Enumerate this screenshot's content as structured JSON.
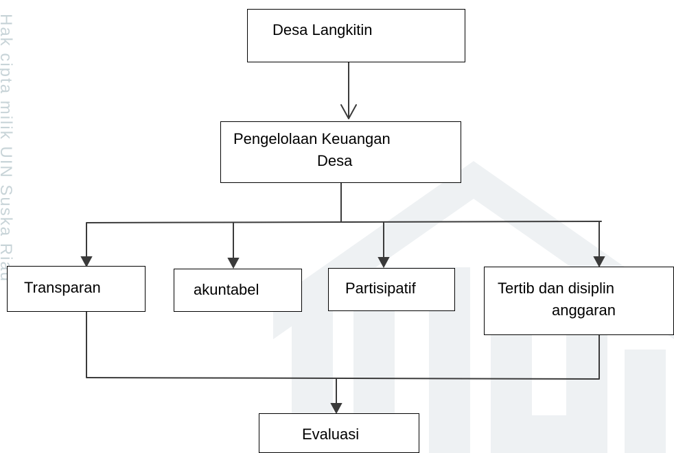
{
  "watermark": {
    "side_text": "Hak cipta milik UIN Suska Riau",
    "color": "#c8d4d8",
    "logo_color": "#eef1f3"
  },
  "diagram": {
    "top": "Desa Langkitin",
    "management": [
      "Pengelolaan Keuangan",
      "Desa"
    ],
    "principles": [
      "Transparan",
      "akuntabel",
      "Partisipatif",
      [
        "Tertib dan disiplin",
        "anggaran"
      ]
    ],
    "outcome": "Evaluasi"
  },
  "colors": {
    "line": "#3a3a3a",
    "border": "#000000",
    "text": "#000000"
  }
}
